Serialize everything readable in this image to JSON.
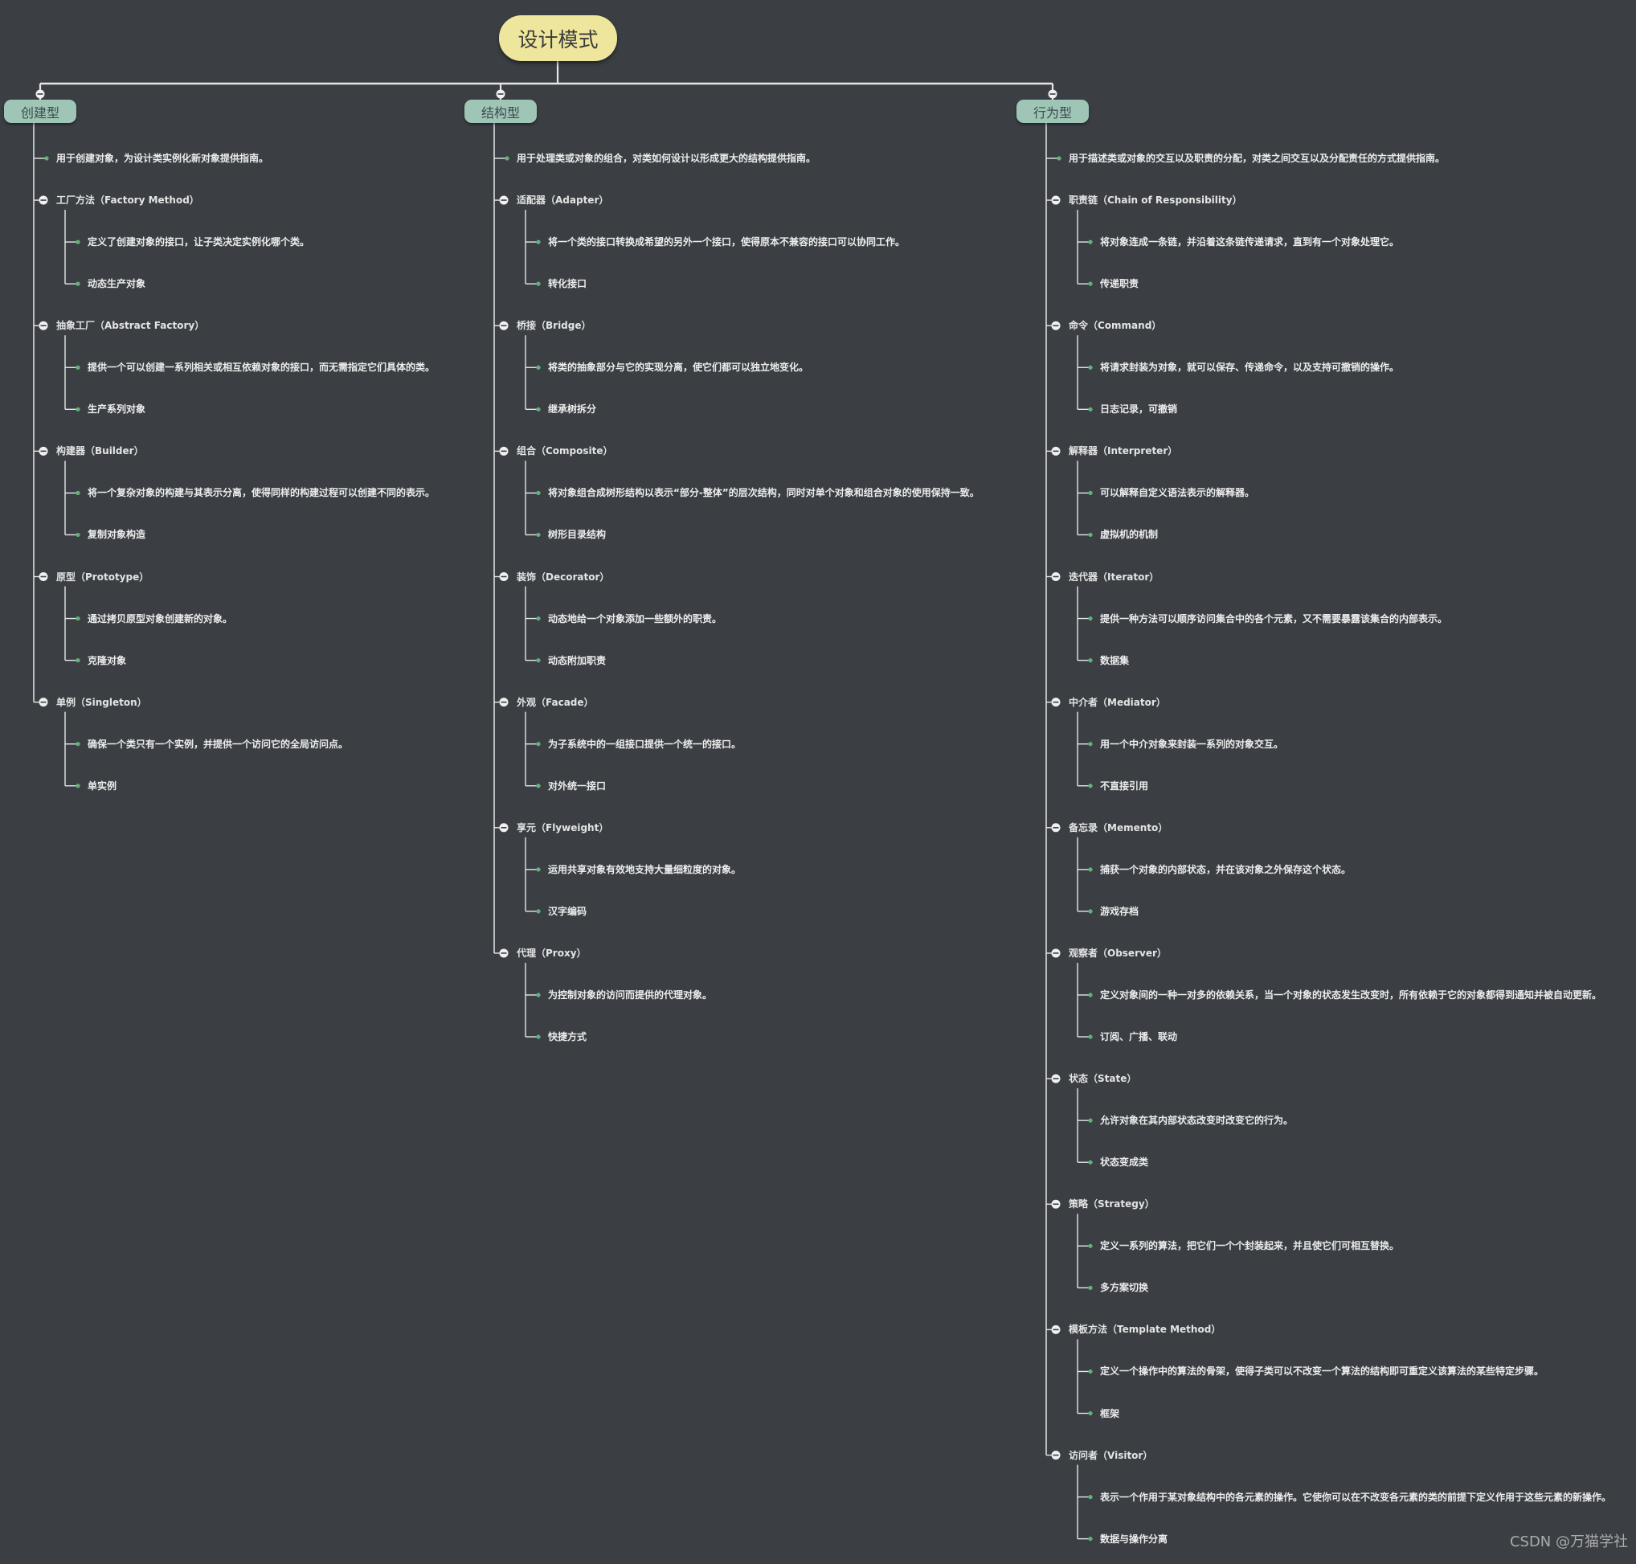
{
  "root": {
    "label": "设计模式"
  },
  "colors": {
    "background": "#3b3f44",
    "root_fill": "#eee69c",
    "category_fill": "#9ec5b6",
    "line": "#e6e6e6",
    "leaf_dot": "#5fb47a",
    "collapse_dot": "#f0f0f0"
  },
  "categories": [
    {
      "label": "创建型",
      "desc": "用于创建对象，为设计类实例化新对象提供指南。",
      "patterns": [
        {
          "name": "工厂方法（Factory Method）",
          "desc": "定义了创建对象的接口，让子类决定实例化哪个类。",
          "use": "动态生产对象"
        },
        {
          "name": "抽象工厂（Abstract Factory）",
          "desc": "提供一个可以创建一系列相关或相互依赖对象的接口，而无需指定它们具体的类。",
          "use": "生产系列对象"
        },
        {
          "name": "构建器（Builder）",
          "desc": "将一个复杂对象的构建与其表示分离，使得同样的构建过程可以创建不同的表示。",
          "use": "复制对象构造"
        },
        {
          "name": "原型（Prototype）",
          "desc": "通过拷贝原型对象创建新的对象。",
          "use": "克隆对象"
        },
        {
          "name": "单例（Singleton）",
          "desc": "确保一个类只有一个实例，并提供一个访问它的全局访问点。",
          "use": "单实例"
        }
      ]
    },
    {
      "label": "结构型",
      "desc": "用于处理类或对象的组合，对类如何设计以形成更大的结构提供指南。",
      "patterns": [
        {
          "name": "适配器（Adapter）",
          "desc": "将一个类的接口转换成希望的另外一个接口，使得原本不兼容的接口可以协同工作。",
          "use": "转化接口"
        },
        {
          "name": "桥接（Bridge）",
          "desc": "将类的抽象部分与它的实现分离，使它们都可以独立地变化。",
          "use": "继承树拆分"
        },
        {
          "name": "组合（Composite）",
          "desc": "将对象组合成树形结构以表示“部分-整体”的层次结构，同时对单个对象和组合对象的使用保持一致。",
          "use": "树形目录结构"
        },
        {
          "name": "装饰（Decorator）",
          "desc": "动态地给一个对象添加一些额外的职责。",
          "use": "动态附加职责"
        },
        {
          "name": "外观（Facade）",
          "desc": "为子系统中的一组接口提供一个统一的接口。",
          "use": "对外统一接口"
        },
        {
          "name": "享元（Flyweight）",
          "desc": "运用共享对象有效地支持大量细粒度的对象。",
          "use": "汉字编码"
        },
        {
          "name": "代理（Proxy）",
          "desc": "为控制对象的访问而提供的代理对象。",
          "use": "快捷方式"
        }
      ]
    },
    {
      "label": "行为型",
      "desc": "用于描述类或对象的交互以及职责的分配，对类之间交互以及分配责任的方式提供指南。",
      "patterns": [
        {
          "name": "职责链（Chain of Responsibility）",
          "desc": "将对象连成一条链，并沿着这条链传递请求，直到有一个对象处理它。",
          "use": "传递职责"
        },
        {
          "name": "命令（Command）",
          "desc": "将请求封装为对象，就可以保存、传递命令，以及支持可撤销的操作。",
          "use": "日志记录，可撤销"
        },
        {
          "name": "解释器（Interpreter）",
          "desc": "可以解释自定义语法表示的解释器。",
          "use": "虚拟机的机制"
        },
        {
          "name": "迭代器（Iterator）",
          "desc": "提供一种方法可以顺序访问集合中的各个元素，又不需要暴露该集合的内部表示。",
          "use": "数据集"
        },
        {
          "name": "中介者（Mediator）",
          "desc": "用一个中介对象来封装一系列的对象交互。",
          "use": "不直接引用"
        },
        {
          "name": "备忘录（Memento）",
          "desc": "捕获一个对象的内部状态，并在该对象之外保存这个状态。",
          "use": "游戏存档"
        },
        {
          "name": "观察者（Observer）",
          "desc": "定义对象间的一种一对多的依赖关系，当一个对象的状态发生改变时，所有依赖于它的对象都得到通知并被自动更新。",
          "use": "订阅、广播、联动"
        },
        {
          "name": "状态（State）",
          "desc": "允许对象在其内部状态改变时改变它的行为。",
          "use": "状态变成类"
        },
        {
          "name": "策略（Strategy）",
          "desc": "定义一系列的算法，把它们一个个封装起来，并且使它们可相互替换。",
          "use": "多方案切换"
        },
        {
          "name": "模板方法（Template Method）",
          "desc": "定义一个操作中的算法的骨架，使得子类可以不改变一个算法的结构即可重定义该算法的某些特定步骤。",
          "use": "框架"
        },
        {
          "name": "访问者（Visitor）",
          "desc": "表示一个作用于某对象结构中的各元素的操作。它使你可以在不改变各元素的类的前提下定义作用于这些元素的新操作。",
          "use": "数据与操作分离"
        }
      ]
    }
  ],
  "watermark": "CSDN @万猫学社"
}
